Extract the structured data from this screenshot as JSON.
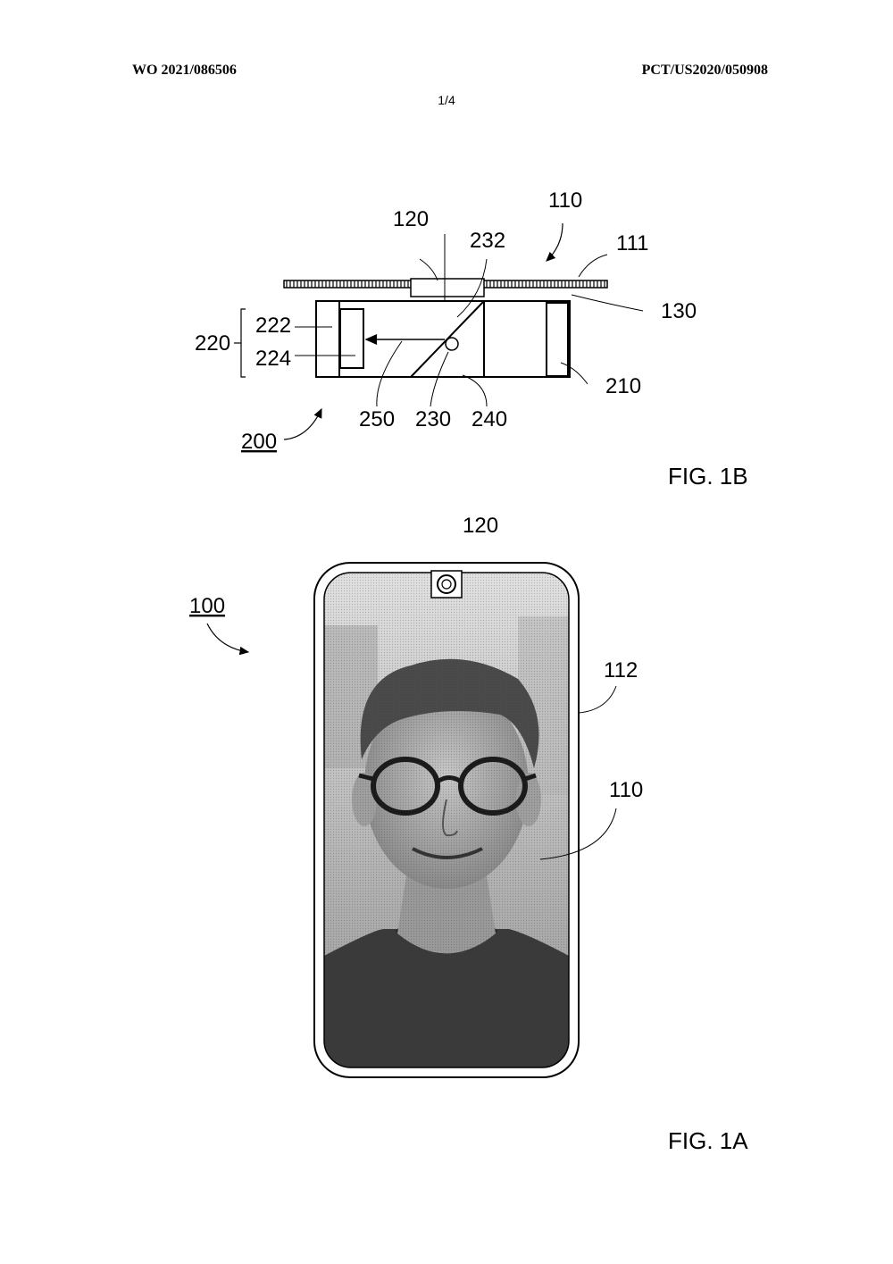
{
  "header": {
    "left": "WO 2021/086506",
    "right": "PCT/US2020/050908",
    "page_number": "1/4"
  },
  "figure_1b": {
    "caption": "FIG. 1B",
    "labels": {
      "l110": "110",
      "l111": "111",
      "l120": "120",
      "l130": "130",
      "l200": "200",
      "l210": "210",
      "l220": "220",
      "l222": "222",
      "l224": "224",
      "l230": "230",
      "l232": "232",
      "l240": "240",
      "l250": "250"
    }
  },
  "figure_1a": {
    "caption": "FIG. 1A",
    "labels": {
      "l100": "100",
      "l110": "110",
      "l112": "112",
      "l120": "120"
    }
  }
}
